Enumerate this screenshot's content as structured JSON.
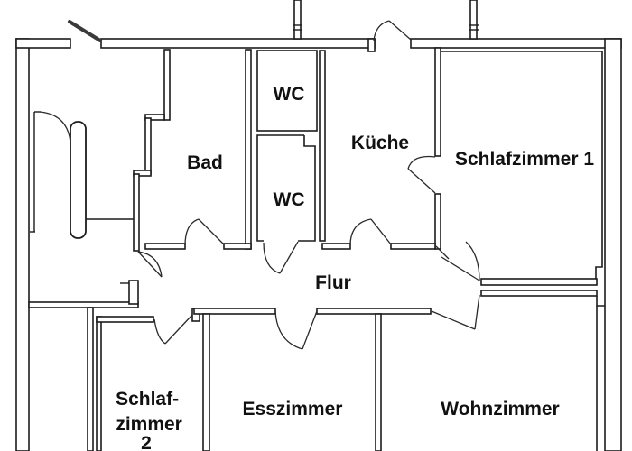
{
  "plan": {
    "type": "apartment-floor-plan",
    "line_color": "#1c1c1c",
    "background": "#ffffff",
    "rooms": {
      "bad": {
        "label": "Bad"
      },
      "wc_top": {
        "label": "WC"
      },
      "wc_bottom": {
        "label": "WC"
      },
      "kueche": {
        "label": "Küche"
      },
      "schlafzimmer1": {
        "label": "Schlafzimmer 1"
      },
      "flur": {
        "label": "Flur"
      },
      "schlafzimmer2": {
        "line1": "Schlaf-",
        "line2": "zimmer",
        "line3": "2"
      },
      "esszimmer": {
        "label": "Esszimmer"
      },
      "wohnzimmer": {
        "label": "Wohnzimmer"
      }
    }
  }
}
